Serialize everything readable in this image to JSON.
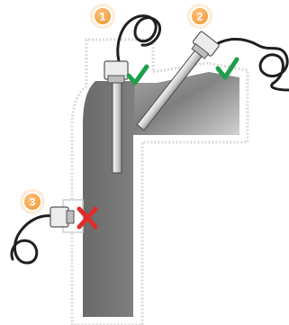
{
  "sensors": [
    {
      "number": "1",
      "status": "correct",
      "mark": "check-mark",
      "mark_color": "#1e9e4a"
    },
    {
      "number": "2",
      "status": "correct",
      "mark": "check-mark",
      "mark_color": "#1e9e4a"
    },
    {
      "number": "3",
      "status": "incorrect",
      "mark": "cross-mark",
      "mark_color": "#e32b2b"
    }
  ],
  "colors": {
    "badge_fill": "#f7b25c",
    "badge_ring": "#fbd9ad",
    "pipe_fill_dark": "#6f6f6f",
    "pipe_fill_light": "#d8d8d8",
    "pipe_wall": "#f3f3f3",
    "cable": "#1f1f1f",
    "probe_body": "#e6e6e6"
  }
}
